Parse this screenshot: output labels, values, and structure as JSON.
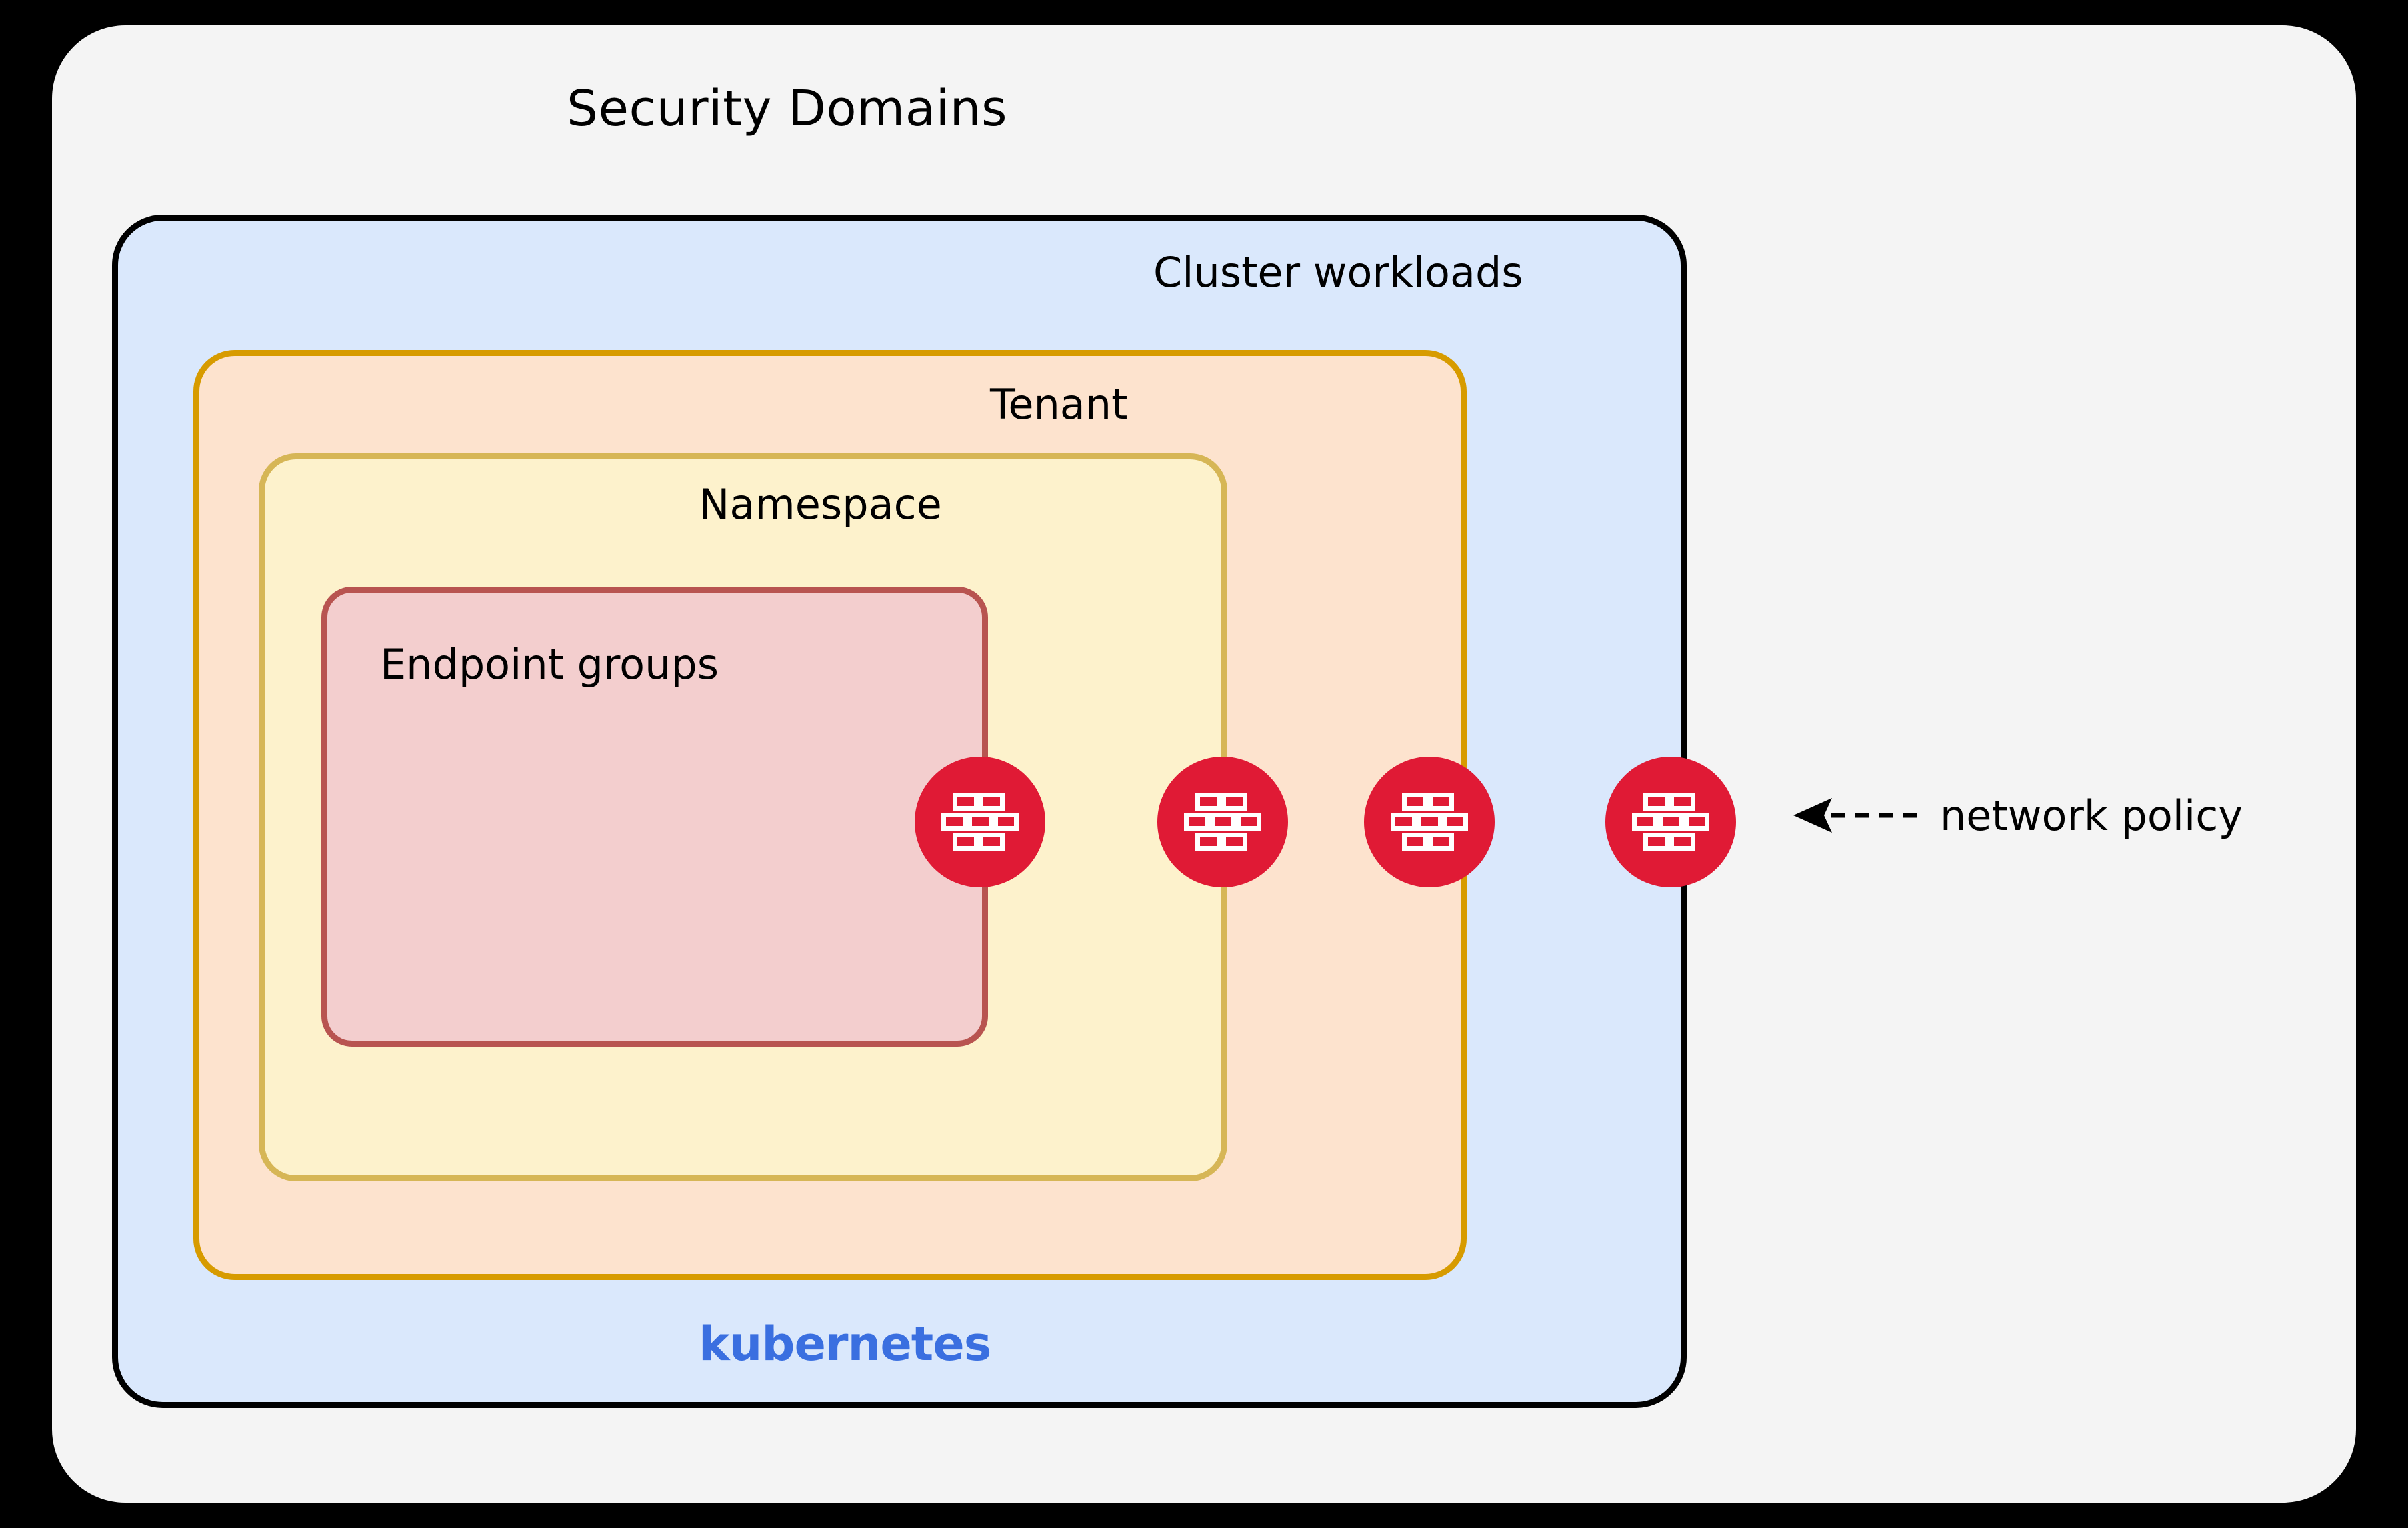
{
  "diagram": {
    "title": "Security Domains",
    "background_color": "#000000",
    "panel_color": "#f4f4f4",
    "layers": [
      {
        "id": "kubernetes",
        "label": "Cluster workloads",
        "brand_label": "kubernetes",
        "fill": "#dae8fc",
        "stroke": "#000000",
        "brand_color": "#3a6fe0"
      },
      {
        "id": "tenant",
        "label": "Tenant",
        "fill": "#fde3ce",
        "stroke": "#d79b00"
      },
      {
        "id": "namespace",
        "label": "Namespace",
        "fill": "#fdf2cc",
        "stroke": "#d6b656"
      },
      {
        "id": "endpoint-groups",
        "label": "Endpoint groups",
        "fill": "#f3cece",
        "stroke": "#b85450"
      }
    ],
    "badges": [
      {
        "icon": "firewall-brick-icon",
        "on_layer": "endpoint-groups",
        "color": "#e01a35"
      },
      {
        "icon": "firewall-brick-icon",
        "on_layer": "namespace",
        "color": "#e01a35"
      },
      {
        "icon": "firewall-brick-icon",
        "on_layer": "tenant",
        "color": "#e01a35"
      },
      {
        "icon": "firewall-brick-icon",
        "on_layer": "kubernetes",
        "color": "#e01a35"
      }
    ],
    "annotation": {
      "label": "network policy",
      "arrow": "dashed-arrow-left-icon",
      "color": "#000000"
    }
  }
}
